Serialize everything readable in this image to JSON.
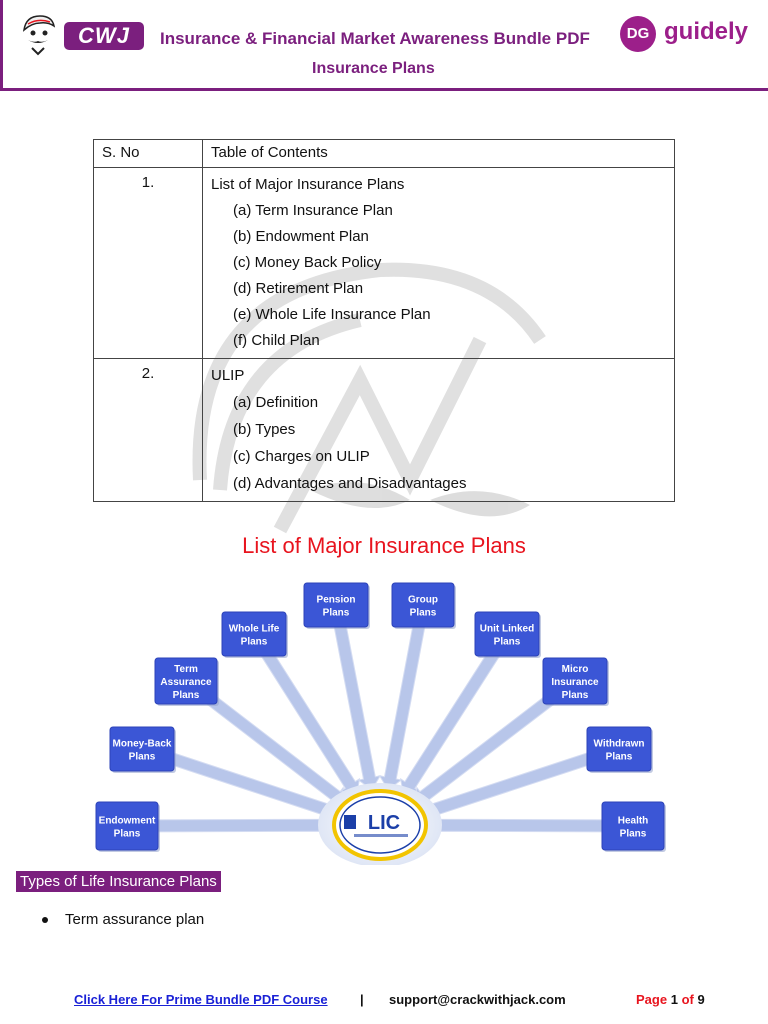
{
  "header": {
    "logo_text": "CWJ",
    "title": "Insurance & Financial Market Awareness Bundle PDF",
    "subtitle": "Insurance Plans",
    "brand_mark": "DG",
    "brand_name": "guidely"
  },
  "toc": {
    "col_sno": "S. No",
    "col_contents": "Table of Contents",
    "sections": [
      {
        "num": "1.",
        "title": "List of Major Insurance Plans",
        "items": [
          "(a) Term Insurance Plan",
          "(b) Endowment Plan",
          "(c) Money Back Policy",
          "(d) Retirement Plan",
          "(e) Whole Life Insurance Plan",
          "(f)  Child Plan"
        ]
      },
      {
        "num": "2.",
        "title": "ULIP",
        "items": [
          "(a) Definition",
          "(b) Types",
          "(c) Charges on ULIP",
          "(d) Advantages and Disadvantages"
        ]
      }
    ]
  },
  "section_title": "List of Major Insurance Plans",
  "diagram": {
    "center_logo": "LIC",
    "nodes": [
      [
        "Endowment",
        "Plans"
      ],
      [
        "Money-Back",
        "Plans"
      ],
      [
        "Term",
        "Assurance",
        "Plans"
      ],
      [
        "Whole Life",
        "Plans"
      ],
      [
        "Pension",
        "Plans"
      ],
      [
        "Group",
        "Plans"
      ],
      [
        "Unit Linked",
        "Plans"
      ],
      [
        "Micro",
        "Insurance",
        "Plans"
      ],
      [
        "Withdrawn",
        "Plans"
      ],
      [
        "Health",
        "Plans"
      ]
    ],
    "colors": {
      "box": "#3b56d6",
      "arrow": "#b8c6ea",
      "logo_ring": "#f2c400",
      "logo_text": "#1b3fa8"
    }
  },
  "types_heading": "Types of Life Insurance Plans",
  "bullets": [
    "Term assurance plan"
  ],
  "footer": {
    "link": "Click Here For Prime Bundle PDF Course",
    "separator": "|",
    "email": "support@crackwithjack.com",
    "page_label": "Page",
    "page_num": "1",
    "of_label": "of",
    "page_total": "9"
  },
  "colors": {
    "brand": "#7b1f7e",
    "accent_red": "#e8141e",
    "link": "#1a21d6",
    "guidely": "#9c1f8a"
  }
}
